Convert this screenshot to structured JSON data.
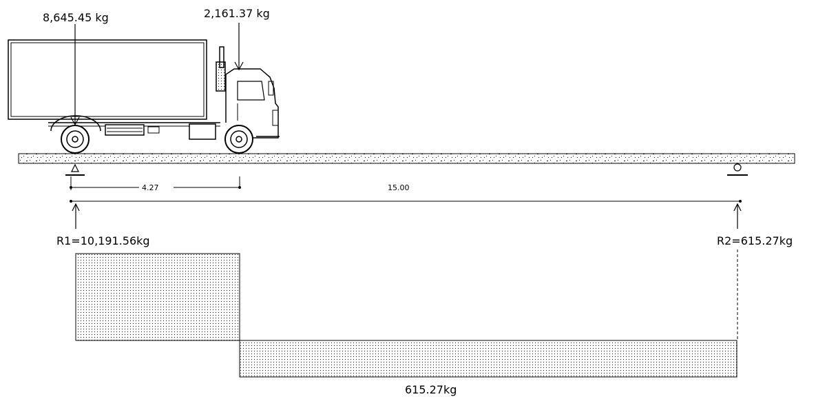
{
  "loads": {
    "rear_axle": "8,645.45  kg",
    "front_axle": "2,161.37  kg"
  },
  "dimensions": {
    "axle_spacing": "4.27",
    "span": "15.00"
  },
  "reactions": {
    "r1": "R1=10,191.56kg",
    "r2": "R2=615.27kg"
  },
  "shear": {
    "bottom_label": "615.27kg"
  }
}
